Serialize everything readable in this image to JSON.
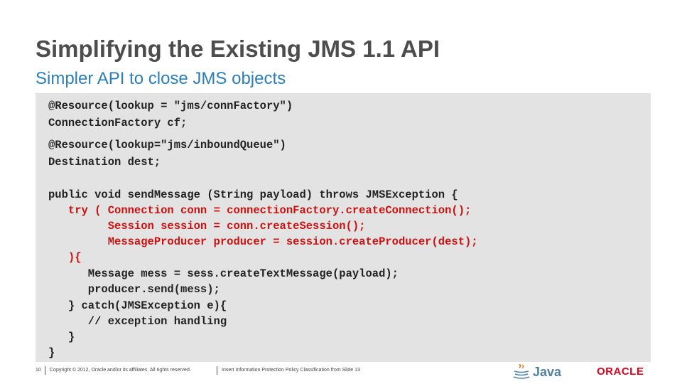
{
  "slide": {
    "title": "Simplifying the Existing JMS 1.1 API",
    "subtitle": "Simpler API to close JMS objects"
  },
  "code": {
    "lines": [
      "@Resource(lookup = \"jms/connFactory\")",
      "ConnectionFactory cf;",
      "@Resource(lookup=\"jms/inboundQueue\")",
      "Destination dest;",
      "public void sendMessage (String payload) throws JMSException {",
      "   try ( Connection conn = connectionFactory.createConnection();",
      "         Session session = conn.createSession();",
      "         MessageProducer producer = session.createProducer(dest);",
      "   ){",
      "      Message mess = sess.createTextMessage(payload);",
      "      producer.send(mess);",
      "   } catch(JMSException e){",
      "      // exception handling",
      "   }",
      "}"
    ],
    "colors": {
      "normal": "#222222",
      "highlight": "#cc1111",
      "background": "#e3e3e3"
    }
  },
  "footer": {
    "page_number": "10",
    "copyright": "Copyright © 2012, Oracle and/or its affiliates. All rights reserved.",
    "classification": "Insert Information Protection Policy Classification from Slide 13"
  },
  "logos": {
    "java": "Java",
    "oracle": "ORACLE",
    "java_icon": "java-coffee-cup-icon",
    "oracle_icon": "oracle-wordmark"
  },
  "colors": {
    "title": "#4d4d4d",
    "subtitle": "#2c7eb8",
    "oracle_red": "#e3001b",
    "java_blue": "#5382a1"
  }
}
